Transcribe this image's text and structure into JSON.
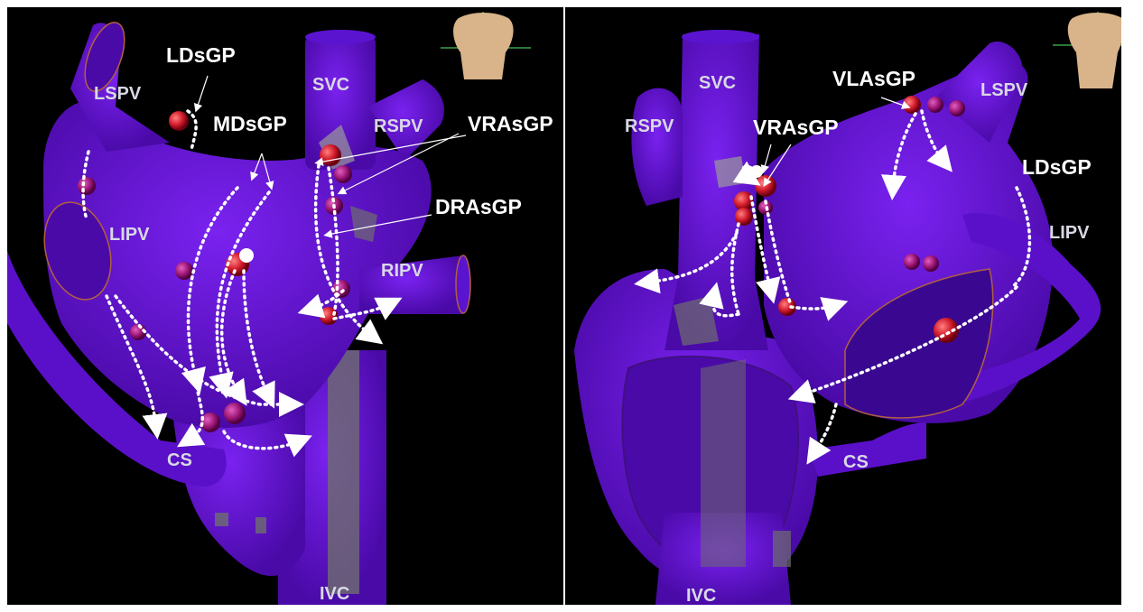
{
  "colors": {
    "background": "#000000",
    "atrium": "#6a12e6",
    "atrium_dark": "#4a0aa8",
    "scar": "#6e6e6e",
    "ganglion_red": "#d11a2a",
    "ganglion_magenta": "#b0208a",
    "arrow": "#ffffff",
    "torso": "#d9b48a"
  },
  "left_view": {
    "torso_icon": "torso-back-icon",
    "anatomy_labels": {
      "lspv": "LSPV",
      "svc": "SVC",
      "rspv": "RSPV",
      "lipv": "LIPV",
      "ripv": "RIPV",
      "cs": "CS",
      "ivc": "IVC"
    },
    "gp_labels": {
      "ldsgp": "LDsGP",
      "mdsgp": "MDsGP",
      "vrasgp": "VRAsGP",
      "drasgp": "DRAsGP"
    }
  },
  "right_view": {
    "torso_icon": "torso-front-icon",
    "anatomy_labels": {
      "svc": "SVC",
      "rspv": "RSPV",
      "lspv": "LSPV",
      "lipv": "LIPV",
      "cs": "CS",
      "ivc": "IVC"
    },
    "gp_labels": {
      "vlasgp": "VLAsGP",
      "vrasgp": "VRAsGP",
      "ldsgp": "LDsGP"
    }
  }
}
